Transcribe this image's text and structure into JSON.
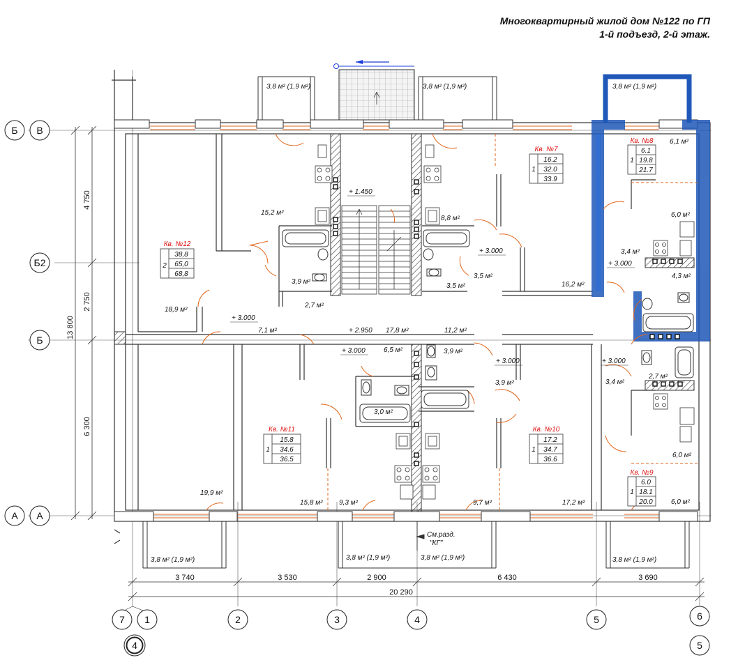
{
  "header": {
    "line1": "Многоквартирный жилой дом №122 по ГП",
    "line2": "1-й подъезд, 2-й этаж."
  },
  "colors": {
    "wall": "#333333",
    "door": "#e0651a",
    "highlight": "#1f58b8",
    "apartment_label": "#d11111",
    "arrow": "#1a3cd8"
  },
  "axes": {
    "rows": [
      {
        "left": "Б",
        "inner": "В"
      },
      {
        "inner": "Б2"
      },
      {
        "inner": "Б"
      },
      {
        "left": "А",
        "inner": "А"
      }
    ],
    "cols": [
      {
        "main": "1",
        "alt": "7"
      },
      {
        "main": "2"
      },
      {
        "main": "3"
      },
      {
        "main": "4"
      },
      {
        "main": "5"
      },
      {
        "main": "6"
      }
    ],
    "sheet_left": "4",
    "sheet_right": "5"
  },
  "dimensions": {
    "vertical_total": "13 800",
    "vertical": [
      "4 750",
      "2 750",
      "6 300"
    ],
    "horizontal": [
      "3 740",
      "3 530",
      "2 900",
      "6 430",
      "3 690"
    ],
    "horizontal_total": "20 290"
  },
  "levels": [
    "+ 1.450",
    "+ 3.000",
    "+ 3.000",
    "+ 2.950",
    "+ 3.000",
    "+ 3.000",
    "+ 3.000",
    "+ 3.000"
  ],
  "section_mark": {
    "line1": "См.разд.",
    "line2": "\"КГ\""
  },
  "balconies": {
    "top_left": "3,8 м² (1,9 м²)",
    "top_mid": "3,8 м² (1,9 м²)",
    "top_right": "3,8 м² (1,9 м²)",
    "bot_1": "3,8 м² (1,9 м²)",
    "bot_2": "3,8 м² (1,9 м²)",
    "bot_3": "3,8 м² (1,9 м²)",
    "bot_4": "3,8 м² (1,9 м²)"
  },
  "apartments": [
    {
      "name": "Кв. №12",
      "rooms": "2",
      "v1": "38,8",
      "v2": "65,0",
      "v3": "68,8"
    },
    {
      "name": "Кв. №7",
      "rooms": "1",
      "v1": "16.2",
      "v2": "32.0",
      "v3": "33.9"
    },
    {
      "name": "Кв. №8",
      "rooms": "1",
      "v1": "6.1",
      "v2": "19.8",
      "v3": "21.7"
    },
    {
      "name": "Кв. №11",
      "rooms": "1",
      "v1": "15.8",
      "v2": "34.6",
      "v3": "36.5"
    },
    {
      "name": "Кв. №10",
      "rooms": "1",
      "v1": "17.2",
      "v2": "34.7",
      "v3": "36.6"
    },
    {
      "name": "Кв. №9",
      "rooms": "1",
      "v1": "6.0",
      "v2": "18.1",
      "v3": "20.0"
    }
  ],
  "rooms": [
    "15,2 м²",
    "8,8 м²",
    "3,9 м²",
    "2,7 м²",
    "18,9 м²",
    "7,1 м²",
    "17,8 м²",
    "11,2 м²",
    "3,5 м²",
    "3,5 м²",
    "16,2 м²",
    "6,1 м²",
    "6,0 м²",
    "3,4 м²",
    "4,3 м²",
    "6,5 м²",
    "3,9 м²",
    "3,9 м²",
    "3,0 м²",
    "2,7 м²",
    "3,4 м²",
    "6,0 м²",
    "6,0 м²",
    "19,9 м²",
    "15,8 м²",
    "9,3 м²",
    "9,7 м²",
    "17,2 м²"
  ]
}
